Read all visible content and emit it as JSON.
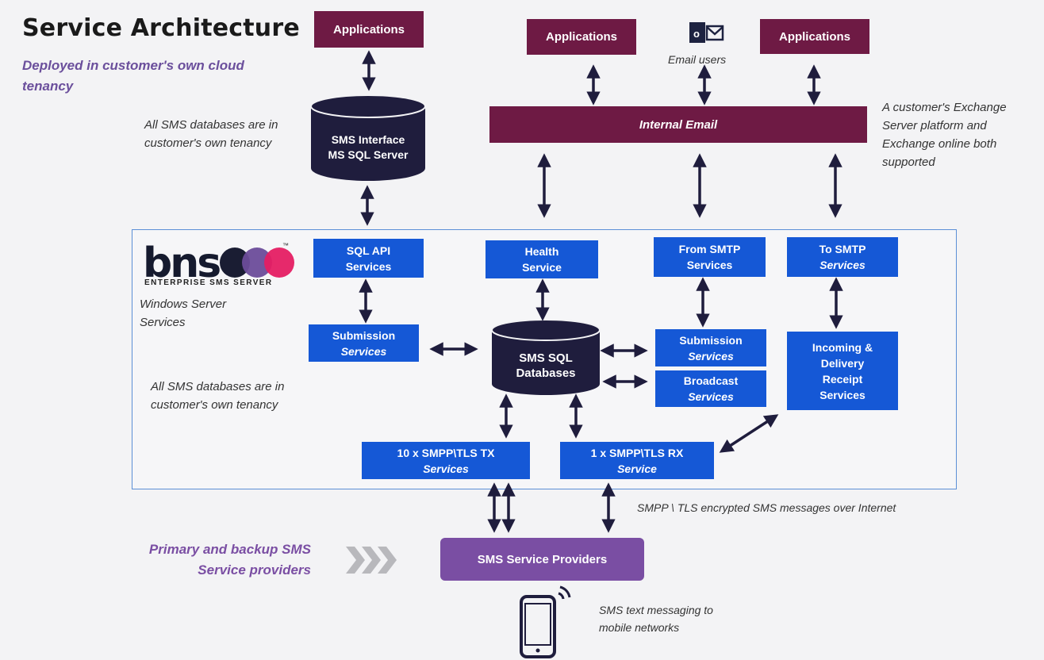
{
  "title": "Service Architecture",
  "subtitle": "Deployed in customer's own cloud tenancy",
  "apps": [
    "Applications",
    "Applications",
    "Applications"
  ],
  "email_users": "Email users",
  "internal_email": "Internal Email",
  "exchange_note": "A customer's Exchange Server platform and Exchange online both supported",
  "db_note_top": "All SMS databases are in customer's own tenancy",
  "db_note_mid": "All SMS databases are in customer's own tenancy",
  "sms_interface_db": [
    "SMS Interface",
    "MS SQL Server"
  ],
  "logo": {
    "name": "bns",
    "tagline": "ENTERPRISE SMS SERVER",
    "trademark": "™"
  },
  "windows_services": "Windows Server Services",
  "services": {
    "sql_api": [
      "SQL API",
      "Services"
    ],
    "health": [
      "Health",
      "Service"
    ],
    "from_smtp": [
      "From SMTP",
      "Services"
    ],
    "to_smtp": [
      "To SMTP",
      "Services"
    ],
    "submission_left": [
      "Submission",
      "Services"
    ],
    "submission_right": [
      "Submission",
      "Services"
    ],
    "broadcast": [
      "Broadcast",
      "Services"
    ],
    "incoming": [
      "Incoming &",
      "Delivery",
      "Receipt",
      "Services"
    ],
    "smpp_tx": [
      "10 x SMPP\\TLS TX",
      "Services"
    ],
    "smpp_rx": [
      "1 x SMPP\\TLS RX",
      "Service"
    ]
  },
  "sms_sql_db": [
    "SMS SQL",
    "Databases"
  ],
  "smpp_note": "SMPP \\ TLS encrypted SMS messages over Internet",
  "primary_note": "Primary and backup SMS Service providers",
  "providers": "SMS Service Providers",
  "mobile_note": "SMS text messaging to mobile networks",
  "colors": {
    "maroon": "#6e1a44",
    "blue": "#1558d6",
    "purple": "#7a4ea3",
    "navy": "#1f1d3d",
    "chevron": "#b8b8bc"
  }
}
